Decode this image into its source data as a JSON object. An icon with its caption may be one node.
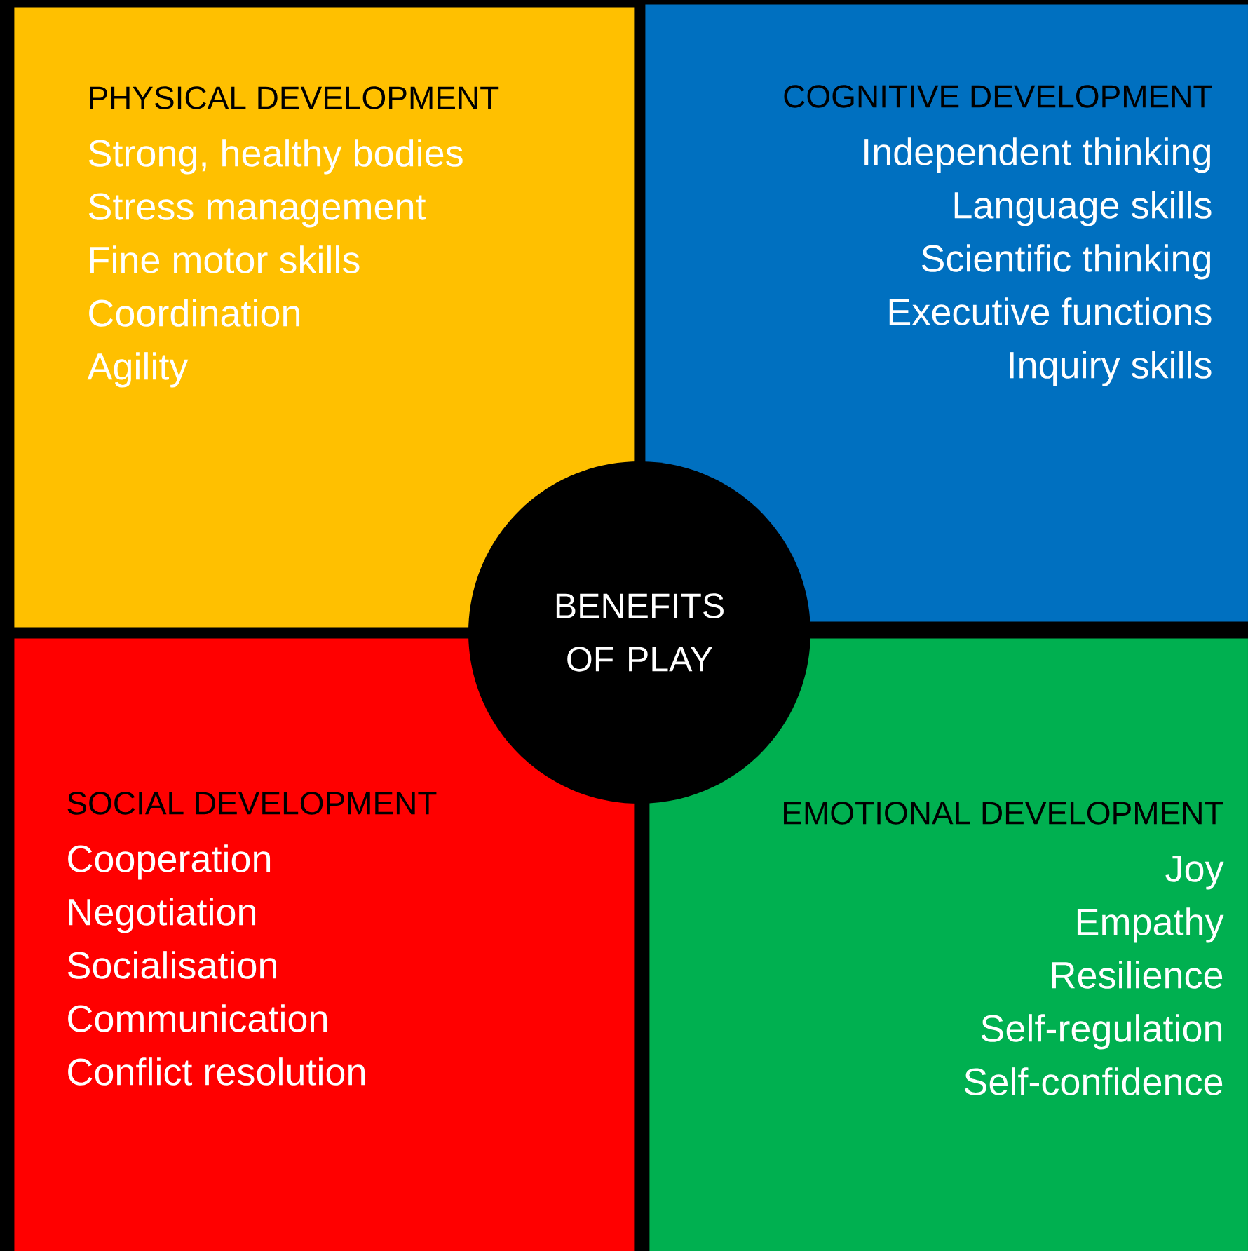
{
  "diagram": {
    "nodes": [
      {
        "text": [
          "PHYSICAL DEVELOPMENT",
          "Strong, healthy bodies",
          "Stress management",
          "Fine motor skills",
          "Coordination",
          "Agility"
        ]
      },
      {
        "text": [
          "COGNITIVE DEVELOPMENT",
          "Independent thinking",
          "Language skills",
          "Scientific thinking",
          "Executive functions",
          "Inquiry skills"
        ]
      },
      {
        "text": [
          "BENEFITS OF PLAY"
        ]
      },
      {
        "text": [
          "SOCIAL DEVELOPMENT",
          "Cooperation",
          "Negotiation",
          "Socialisation",
          "Communication",
          "Conflict resolution"
        ]
      },
      {
        "text": [
          "EMOTIONAL DEVELOPMENT",
          "Joy",
          "Empathy",
          "Resilience",
          "Self-regulation",
          "Self-confidence"
        ]
      }
    ]
  }
}
